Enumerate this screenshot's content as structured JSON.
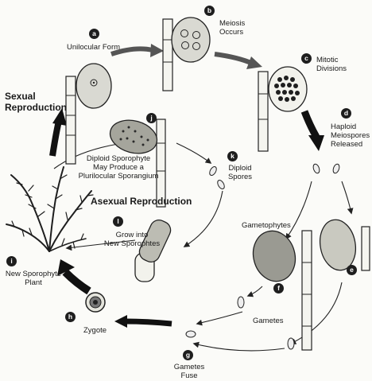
{
  "headings": {
    "sexual": "Sexual\nReproduction",
    "asexual": "Asexual Reproduction"
  },
  "stages": [
    {
      "letter": "a",
      "label": "Unilocular Form"
    },
    {
      "letter": "b",
      "label": "Meiosis\nOccurs"
    },
    {
      "letter": "c",
      "label": "Mitotic\nDivisions"
    },
    {
      "letter": "d",
      "label": "Haploid\nMeiospores\nReleased"
    },
    {
      "letter": "e",
      "label": "Gametophytes"
    },
    {
      "letter": "f",
      "label": "Gametes"
    },
    {
      "letter": "g",
      "label": "Gametes\nFuse"
    },
    {
      "letter": "h",
      "label": "Zygote"
    },
    {
      "letter": "i",
      "label": "New Sporophyte\nPlant"
    },
    {
      "letter": "j",
      "label": "Diploid Sporophyte\nMay Produce a\nPlurilocular Sporangium"
    },
    {
      "letter": "k",
      "label": "Diploid\nSpores"
    },
    {
      "letter": "l",
      "label": "Grow into\nNew Sporophtes"
    }
  ]
}
